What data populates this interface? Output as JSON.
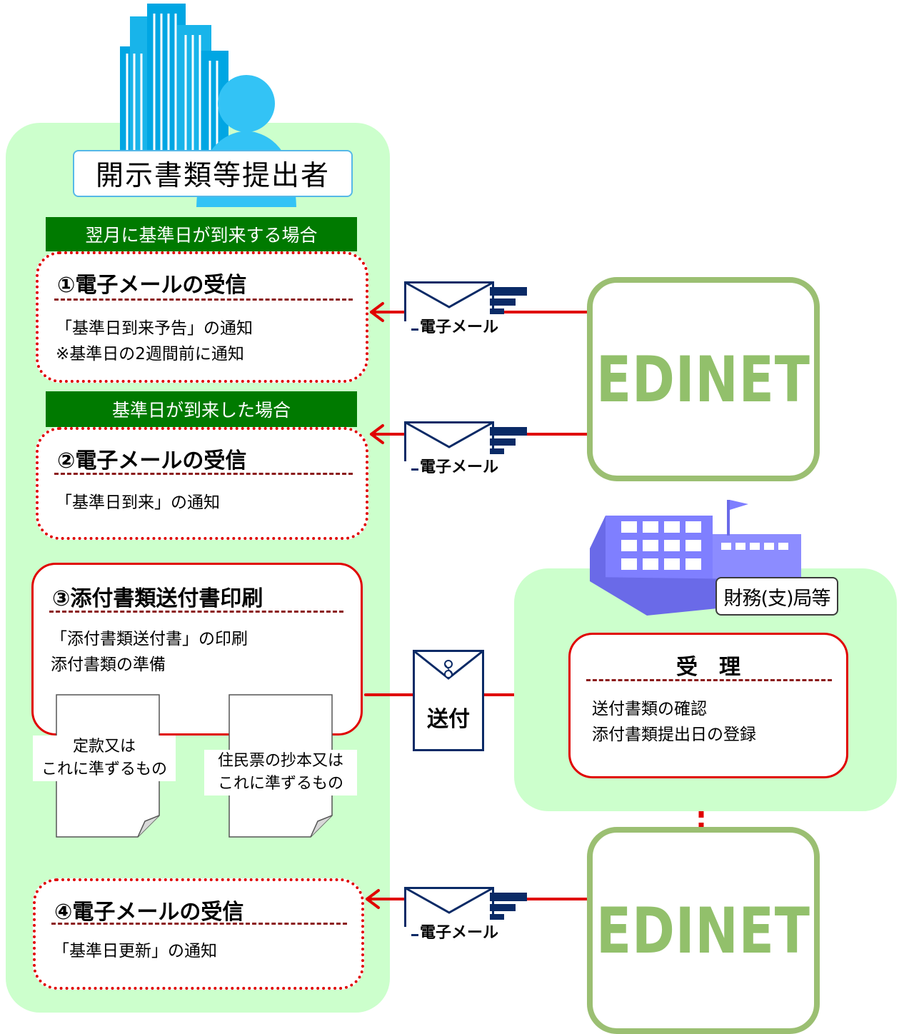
{
  "submitter": {
    "label": "開示書類等提出者"
  },
  "sections": [
    {
      "header": "翌月に基準日が到来する場合",
      "title": "①電子メールの受信",
      "lines": [
        "「基準日到来予告」の通知",
        "※基準日の2週間前に通知"
      ]
    },
    {
      "header": "基準日が到来した場合",
      "title": "②電子メールの受信",
      "lines": [
        "「基準日到来」の通知"
      ]
    },
    {
      "title": "③添付書類送付書印刷",
      "lines": [
        "「添付書類送付書」の印刷",
        "添付書類の準備"
      ]
    },
    {
      "title": "④電子メールの受信",
      "lines": [
        "「基準日更新」の通知"
      ]
    }
  ],
  "documents": [
    {
      "lines": [
        "定款又は",
        "これに準ずるもの"
      ]
    },
    {
      "lines": [
        "住民票の抄本又は",
        "これに準ずるもの"
      ]
    }
  ],
  "email_label": "電子メール",
  "send_label": "送付",
  "edinet_label": "EDINET",
  "bureau": {
    "label": "財務(支)局等",
    "title": "受　理",
    "lines": [
      "送付書類の確認",
      "添付書類提出日の登録"
    ]
  },
  "colors": {
    "panel": "#ccffcc",
    "accent_red": "#e00000",
    "header_green": "#007a00",
    "edinet_green": "#92c06b",
    "building_blue": "#7f7fff",
    "tower_blue": "#00aeef"
  }
}
